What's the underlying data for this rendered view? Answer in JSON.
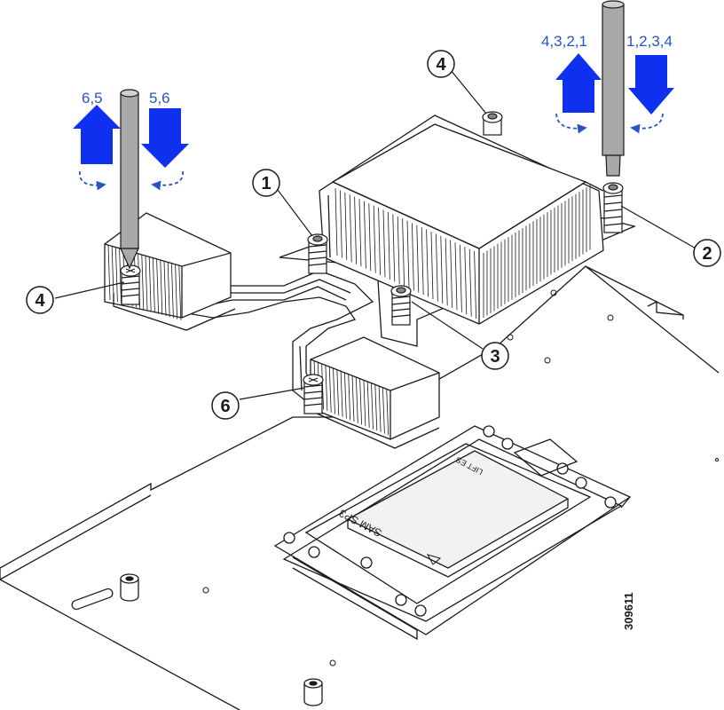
{
  "colors": {
    "arrow_blue": "#1030f0",
    "label_blue": "#2a52c8",
    "line": "#1a1a1a",
    "tool_gray": "#a9a9a9"
  },
  "sequence_labels": {
    "left_up": "6,5",
    "left_down": "5,6",
    "right_up": "4,3,2,1",
    "right_down": "1,2,3,4"
  },
  "callouts": {
    "c1": "1",
    "c2": "2",
    "c3": "3",
    "c4_top": "4",
    "c4_left": "4",
    "c6": "6"
  },
  "socket_text": {
    "cover_label": "SAM SP3",
    "lift_label": "LIFT ES"
  },
  "figure_id": "309611",
  "icons": {
    "loosen_arrow": "up-arrow-icon",
    "tighten_arrow": "down-arrow-icon",
    "rotate_ccw": "rotate-counterclockwise-icon",
    "rotate_cw": "rotate-clockwise-icon",
    "screwdriver": "torx-screwdriver-icon"
  }
}
